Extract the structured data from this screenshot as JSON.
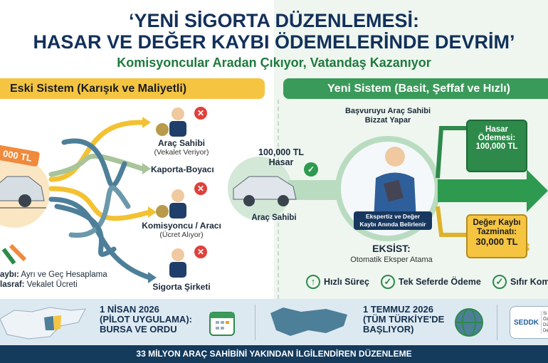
{
  "header": {
    "title_line1": "‘YENİ SİGORTA DÜZENLEMESİ:",
    "title_line2": "HASAR VE DEĞER KAYBI ÖDEMELERİNDE DEVRİM’",
    "subtitle": "Komisyoncular Aradan Çıkıyor, Vatandaş Kazanıyor"
  },
  "old_system": {
    "banner": "Eski Sistem (Karışık ve Maliyetli)",
    "price_tag": "000 TL",
    "actors": [
      {
        "name": "Araç Sahibi",
        "note": "(Vekalet Veriyor)"
      },
      {
        "name": "Kaporta-Boyacı"
      },
      {
        "name": "Komisyoncu / Aracı",
        "note": "(Ücret Alıyor)"
      },
      {
        "name": "Sigorta Şirketi"
      }
    ],
    "notes": [
      {
        "label": "aybı:",
        "text": " Ayrı ve Geç Hesaplama"
      },
      {
        "label": "lasraf:",
        "text": " Vekalet Ücreti"
      }
    ]
  },
  "new_system": {
    "banner": "Yeni Sistem (Basit, Şeffaf ve Hızlı)",
    "damage_line1": "100,000 TL",
    "damage_line2": "Hasar",
    "owner": "Araç Sahibi",
    "apply_line1": "Başvuruyu Araç Sahibi",
    "apply_line2": "Bizzat Yapar",
    "expert_line1": "Ekspertiz ve Değer",
    "expert_line2": "Kaybı Anında Belirlenir",
    "eksist_title": "EKSİST:",
    "eksist_sub": "Otomatik Eksper Atama",
    "damage_pay_line1": "Hasar Ödemesi:",
    "damage_pay_line2": "100,000 TL",
    "loss_line1": "Değer Kaybı",
    "loss_line2": "Tazminatı:",
    "loss_line3": "30,000 TL",
    "features": [
      "Hızlı Süreç",
      "Tek Seferde Ödeme",
      "Sıfır Kom"
    ]
  },
  "timeline": {
    "pilot": [
      "1 NİSAN 2026",
      "(PİLOT UYGULAMA):",
      "BURSA VE ORDU"
    ],
    "national": [
      "1 TEMMUZ 2026",
      "(TÜM TÜRKİYE'DE",
      "BAŞLIYOR)"
    ],
    "logo": "SEDDK",
    "logo_side": [
      "Si",
      "Öz",
      "Dü",
      "De"
    ]
  },
  "footer": "33 MİLYON ARAÇ SAHİBİNİ YAKINDAN İLGİLENDİREN DÜZENLEME",
  "colors": {
    "navy": "#12305a",
    "green": "#2d8a4a",
    "yellow": "#f5c542",
    "red": "#e0403a",
    "orange": "#f08a3c"
  }
}
